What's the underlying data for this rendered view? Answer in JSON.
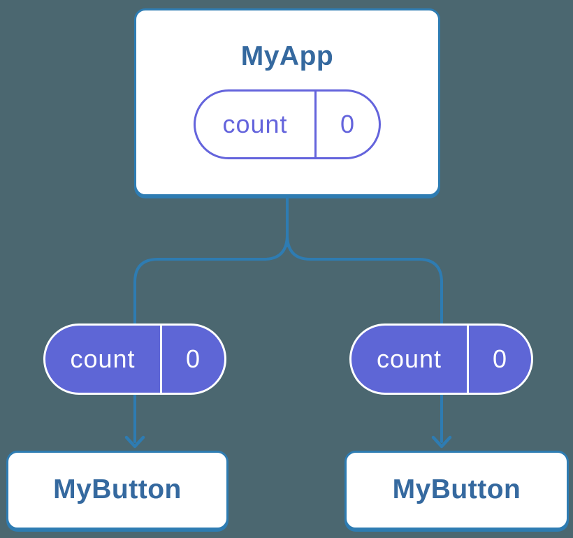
{
  "colors": {
    "background": "#4B6770",
    "connector_blue": "#2E7CB2",
    "node_border_blue": "#2E7CB2",
    "node_text_blue": "#35699F",
    "pill_fill_purple": "#5E66D6",
    "pill_outline_purple": "#6464DC",
    "node_fill": "#FFFFFF"
  },
  "nodes": {
    "root": {
      "title": "MyApp",
      "state": {
        "name": "count",
        "value": "0"
      }
    },
    "children": [
      {
        "title": "MyButton",
        "prop": {
          "name": "count",
          "value": "0"
        }
      },
      {
        "title": "MyButton",
        "prop": {
          "name": "count",
          "value": "0"
        }
      }
    ]
  }
}
